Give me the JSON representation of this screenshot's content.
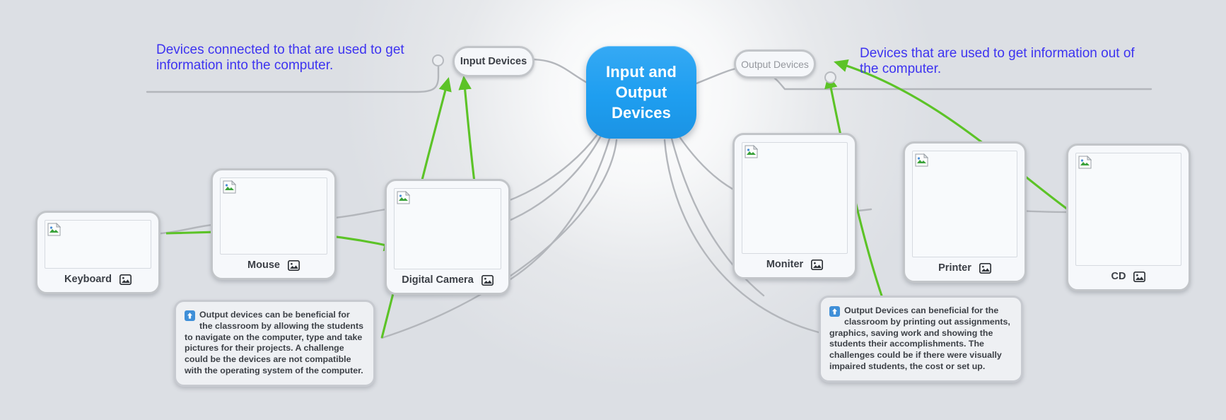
{
  "title": "Input and Output Devices Mind Map",
  "central_node": {
    "label": "Input and Output Devices",
    "color": "#1e9ef0",
    "text_color": "#ffffff"
  },
  "branches": [
    {
      "id": "input",
      "label": "Input Devices",
      "state": "active",
      "text_color": "#3b3f46"
    },
    {
      "id": "output",
      "label": "Output Devices",
      "state": "dimmed",
      "text_color": "#95989e"
    }
  ],
  "annotations": [
    {
      "id": "input-annotation",
      "text": "Devices connected to that are used to get information into the computer.",
      "color": "#3d33f0",
      "target": "Input Devices",
      "arrow_color": "#5cc327"
    },
    {
      "id": "output-annotation",
      "text": "Devices that are used to get information out of the computer.",
      "color": "#3d33f0",
      "target": "Output Devices",
      "arrow_color": "#5cc327"
    }
  ],
  "cards": [
    {
      "id": "keyboard",
      "label": "Keyboard",
      "icon": "image-icon",
      "image": "broken-image-placeholder"
    },
    {
      "id": "mouse",
      "label": "Mouse",
      "icon": "image-icon",
      "image": "broken-image-placeholder"
    },
    {
      "id": "digital-camera",
      "label": "Digital Camera",
      "icon": "image-icon",
      "image": "broken-image-placeholder"
    },
    {
      "id": "moniter",
      "label": "Moniter",
      "icon": "image-icon",
      "image": "broken-image-placeholder"
    },
    {
      "id": "printer",
      "label": "Printer",
      "icon": "image-icon",
      "image": "broken-image-placeholder"
    },
    {
      "id": "cd",
      "label": "CD",
      "icon": "image-icon",
      "image": "broken-image-placeholder"
    }
  ],
  "notes": [
    {
      "id": "input-note",
      "icon": "blue-up-arrow-icon",
      "text": "Output devices can be beneficial for the classroom by allowing the students to navigate on the computer, type and take pictures for their projects. A challenge could be the devices are not compatible with the operating system of the computer."
    },
    {
      "id": "output-note",
      "icon": "blue-up-arrow-icon",
      "text": "Output Devices can beneficial for the classroom by printing out assignments, graphics, saving work and showing the students their accomplishments. The challenges could be if there were  visually impaired students, the cost or set up."
    }
  ],
  "colors": {
    "background": "#dcdfe4",
    "connector": "#b3b6bb",
    "arrow": "#5cc327",
    "annotation_text": "#3d33f0",
    "node_border": "#c2c5c9",
    "card_face": "#f6f8fb"
  }
}
